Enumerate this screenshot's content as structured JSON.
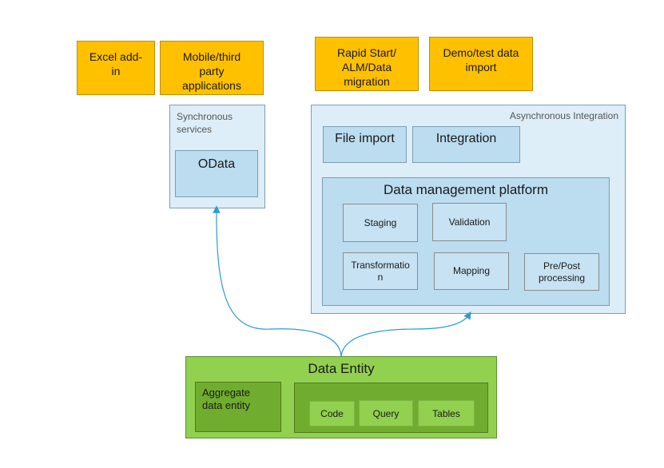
{
  "top_boxes": {
    "excel": "Excel add-\nin",
    "mobile": "Mobile/third\nparty\napplications",
    "rapid": "Rapid Start/\nALM/Data\nmigration",
    "demo": "Demo/test data\nimport"
  },
  "synchronous": {
    "title": "Synchronous\nservices",
    "odata": "OData"
  },
  "asynchronous": {
    "title": "Asynchronous Integration",
    "file_import": "File import",
    "integration": "Integration"
  },
  "data_management": {
    "title": "Data management platform",
    "staging": "Staging",
    "validation": "Validation",
    "transformation": "Transformatio\nn",
    "mapping": "Mapping",
    "prepost": "Pre/Post\nprocessing"
  },
  "data_entity": {
    "title": "Data Entity",
    "aggregate": "Aggregate\ndata entity",
    "code": "Code",
    "query": "Query",
    "tables": "Tables"
  },
  "colors": {
    "yellow": "#ffc000",
    "light_blue": "#ddeef8",
    "mid_blue": "#bcdcf0",
    "green": "#92d050",
    "dark_green": "#70ad2f",
    "arrow": "#2e9bd6"
  }
}
